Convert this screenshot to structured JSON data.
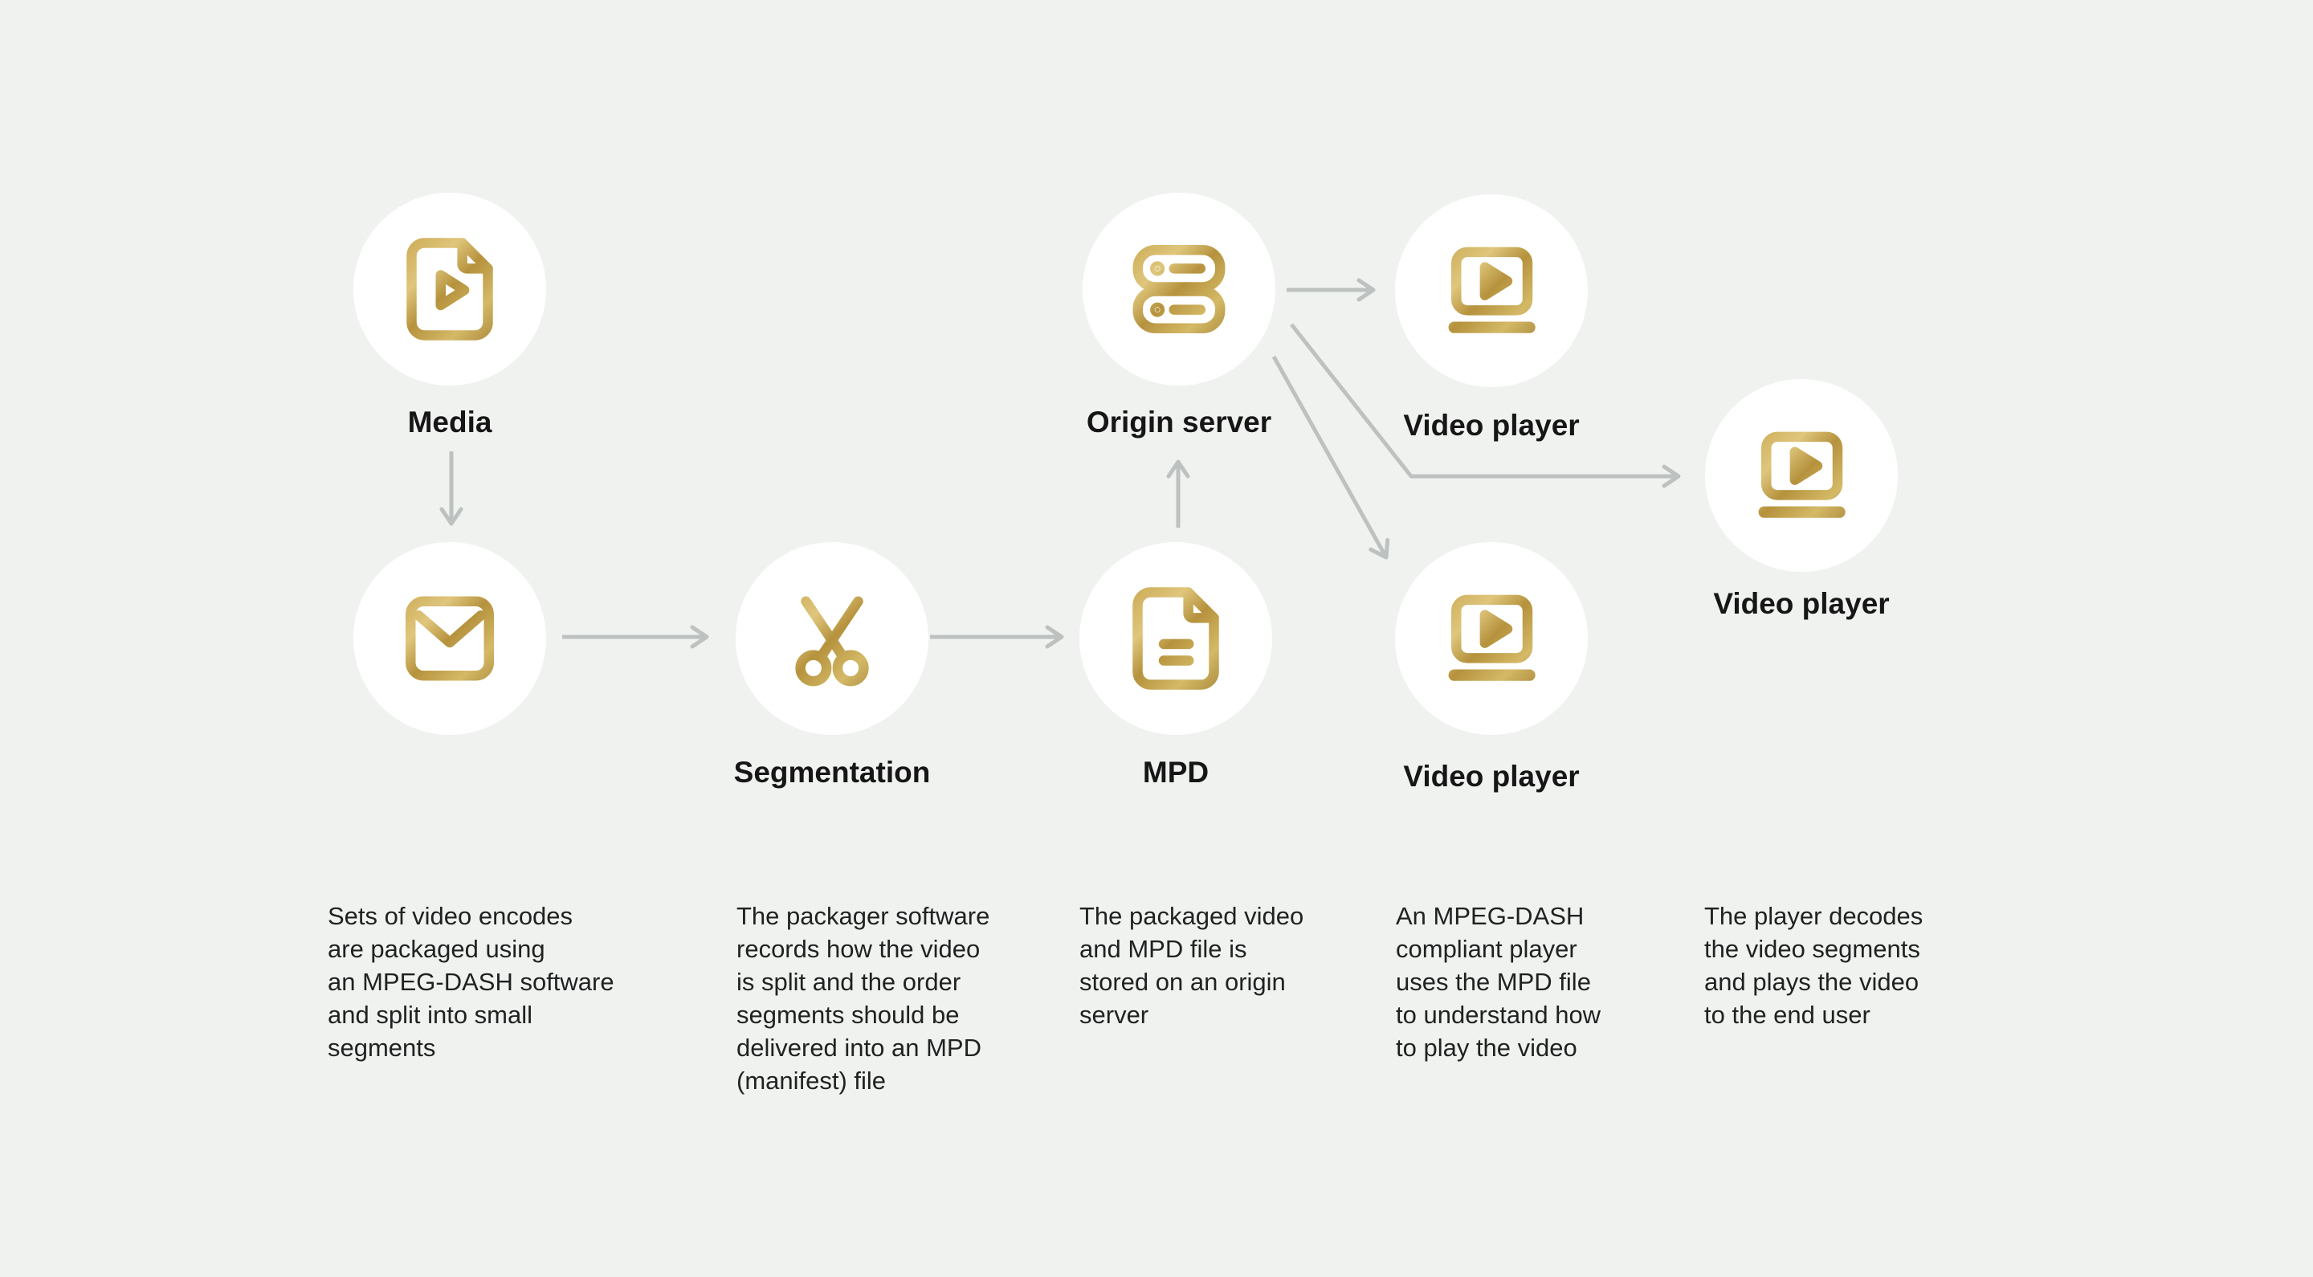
{
  "canvas": {
    "background_color": "#f0f2f0",
    "circle_color": "#ffffff",
    "arrow_color": "#bdc2c0",
    "gold_accent": "#c7a64f",
    "label_color": "#161616",
    "text_color": "#1f2221"
  },
  "nodes": [
    {
      "id": "media",
      "label": "Media",
      "icon": "file-play-icon"
    },
    {
      "id": "packaging",
      "label": "",
      "icon": "envelope-icon"
    },
    {
      "id": "segmentation",
      "label": "Segmentation",
      "icon": "scissors-icon"
    },
    {
      "id": "mpd",
      "label": "MPD",
      "icon": "document-icon"
    },
    {
      "id": "origin-server",
      "label": "Origin server",
      "icon": "server-icon"
    },
    {
      "id": "player-top",
      "label": "Video player",
      "icon": "video-player-icon"
    },
    {
      "id": "player-right",
      "label": "Video player",
      "icon": "video-player-icon"
    },
    {
      "id": "player-bottom",
      "label": "Video player",
      "icon": "video-player-icon"
    }
  ],
  "flows": [
    {
      "from": "media",
      "to": "packaging"
    },
    {
      "from": "packaging",
      "to": "segmentation"
    },
    {
      "from": "segmentation",
      "to": "mpd"
    },
    {
      "from": "mpd",
      "to": "origin-server"
    },
    {
      "from": "origin-server",
      "to": "player-top"
    },
    {
      "from": "origin-server",
      "to": "player-right"
    },
    {
      "from": "origin-server",
      "to": "player-bottom"
    }
  ],
  "descriptions": [
    "Sets of video encodes\nare packaged using\nan MPEG-DASH software\nand split into small\nsegments",
    "The packager software\nrecords how the video\nis split and the order\nsegments should be\ndelivered into an MPD\n(manifest) file",
    "The packaged video\nand MPD file is\nstored on an origin\nserver",
    "An MPEG-DASH\ncompliant player\nuses the MPD file\nto understand how\nto play the video",
    "The player decodes\nthe video segments\nand plays the video\nto the end user"
  ]
}
